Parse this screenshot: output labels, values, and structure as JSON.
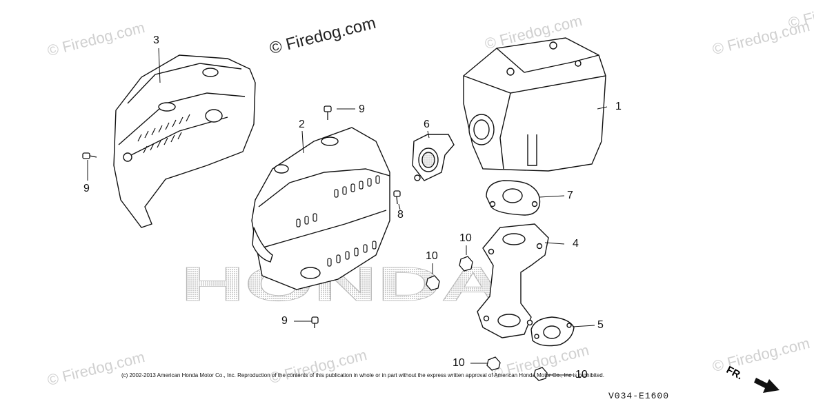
{
  "watermarks": [
    "© Firedog.com",
    "© Firedog.com",
    "© Firedog.com",
    "© Firedog.com",
    "© Firedog.com",
    "© Firedog.com",
    "© Firedog.com",
    "© Firedog.com",
    "© Firedog.com"
  ],
  "brand_background": "HONDA",
  "callouts": {
    "muffler": "1",
    "protector_lower": "2",
    "protector_upper": "3",
    "exhaust_pipe": "4",
    "gasket_lower": "5",
    "spark_arrester": "6",
    "gasket_upper": "7",
    "screw_8": "8",
    "bolt_9_top": "9",
    "bolt_9_left": "9",
    "bolt_9_bottom": "9",
    "nut_10_a": "10",
    "nut_10_b": "10",
    "nut_10_c": "10",
    "nut_10_d": "10"
  },
  "copyright": "(c) 2002-2013 American Honda Motor Co., Inc. Reproduction of the contents of this publication in whole or in part without the express written approval of American Honda Motor Co., Inc is prohibited.",
  "diagram_code": "V034-E1600",
  "front_indicator": "FR."
}
